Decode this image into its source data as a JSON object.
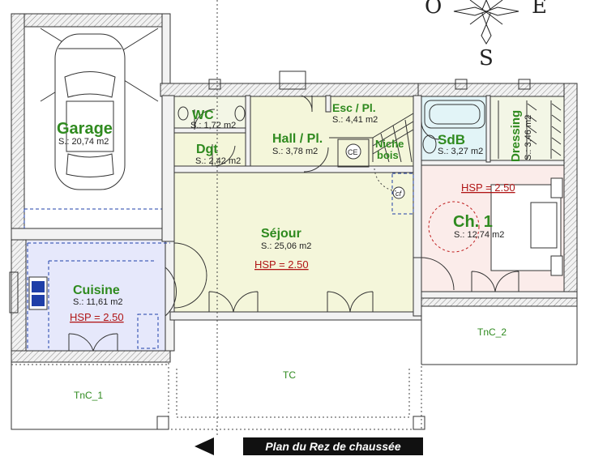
{
  "title": "Plan du Rez de chaussée",
  "compass": {
    "west": "O",
    "east": "E",
    "south": "S"
  },
  "rooms": {
    "garage": {
      "name": "Garage",
      "area": "S.: 20,74 m2"
    },
    "wc": {
      "name": "WC",
      "area": "S.: 1,72 m2"
    },
    "dgt": {
      "name": "Dgt",
      "area": "S.: 2,42 m2"
    },
    "hall": {
      "name": "Hall / Pl.",
      "area": "S.: 3,78 m2"
    },
    "esc": {
      "name": "Esc / Pl.",
      "area": "S.: 4,41 m2"
    },
    "niche": {
      "name_line1": "Niche",
      "name_line2": "bois"
    },
    "sdb": {
      "name": "SdB",
      "area": "S.: 3,27 m2"
    },
    "dressing": {
      "name": "Dressing",
      "area": "S.: 3,46 m2"
    },
    "ch1": {
      "name": "Ch. 1",
      "area": "S.: 12,74 m2",
      "hsp": "HSP = 2.50"
    },
    "sejour": {
      "name": "Séjour",
      "area": "S.: 25,06 m2",
      "hsp": "HSP = 2.50"
    },
    "cuisine": {
      "name": "Cuisine",
      "area": "S.: 11,61 m2",
      "hsp": "HSP = 2.50"
    }
  },
  "outdoor": {
    "tnc1": "TnC_1",
    "tnc2": "TnC_2",
    "tc": "TC"
  },
  "symbols": {
    "ce": "CE",
    "cf": "cf"
  },
  "colors": {
    "sejour_fill": "#f4f6da",
    "cuisine_fill": "#e6e8fb",
    "ch1_fill": "#fbecea",
    "sdb_fill": "#e2f4f7",
    "room_label": "#2f8a1f",
    "hsp": "#b01515"
  }
}
